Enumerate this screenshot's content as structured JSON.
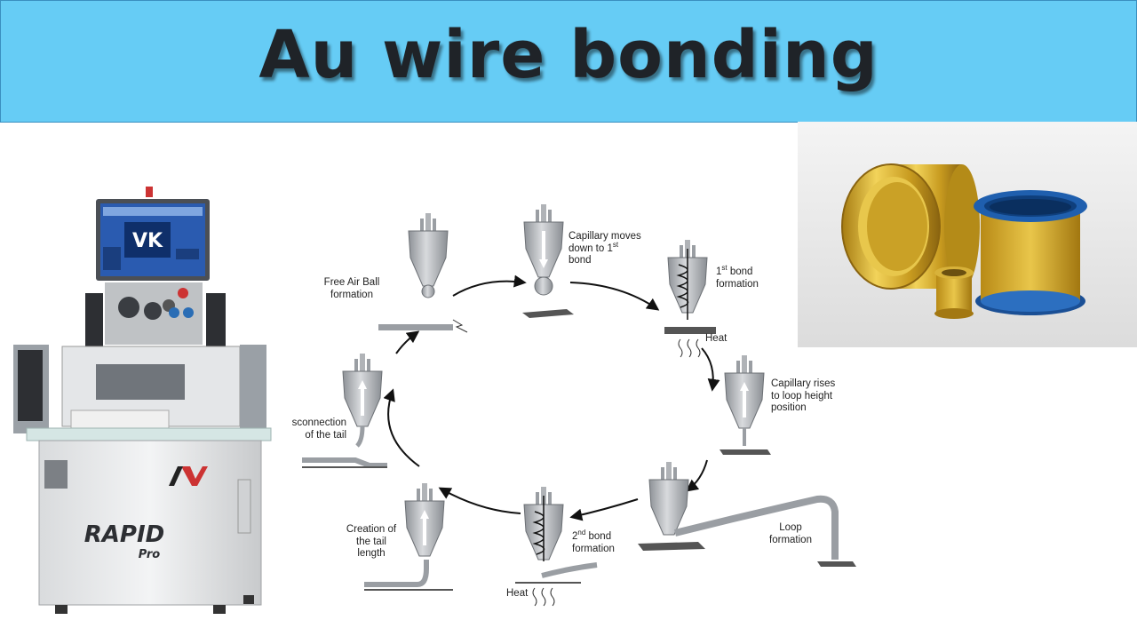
{
  "title": "Au wire bonding",
  "machine": {
    "brand_label": "RAPID",
    "model_label": "Pro",
    "screen_logo": "VK"
  },
  "diagram_steps": {
    "free_air_ball": [
      "Free Air Ball",
      "formation"
    ],
    "capillary_down": [
      "Capillary moves",
      "down to 1",
      "st",
      "bond"
    ],
    "first_bond": [
      "1",
      "st",
      " bond",
      "formation"
    ],
    "heat_top": "Heat",
    "capillary_rises": [
      "Capillary rises",
      "to loop height",
      "position"
    ],
    "loop_formation": [
      "Loop",
      "formation"
    ],
    "second_bond": [
      "2",
      "nd",
      " bond",
      "formation"
    ],
    "heat_bottom": "Heat",
    "tail_creation": [
      "Creation of",
      "the tail",
      "length"
    ],
    "tail_disconnection": [
      "sconnection",
      "of the tail"
    ]
  },
  "colors": {
    "banner": "#66ccf5",
    "title_text": "#1f2328",
    "capillary": "#b9bcc0",
    "capillary_dark": "#7f8388",
    "gold": "#d9b22e",
    "spool_blue": "#1f5fae"
  }
}
